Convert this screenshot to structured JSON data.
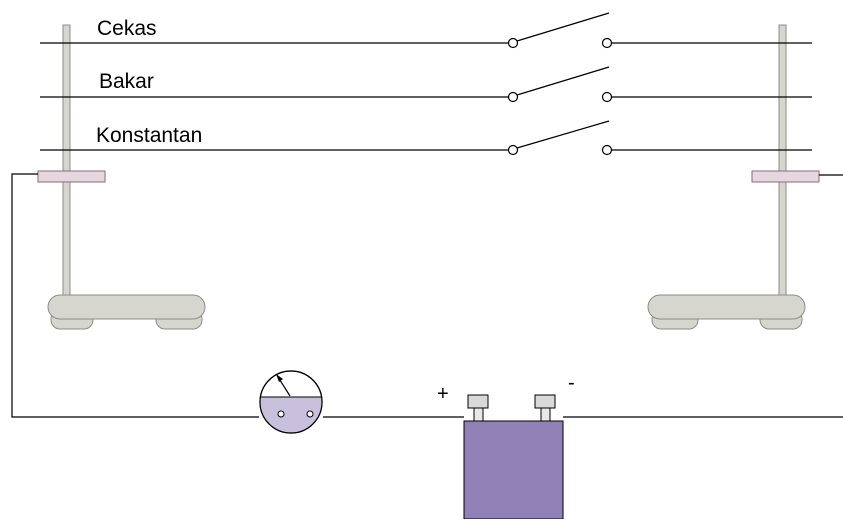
{
  "wires": [
    {
      "label": "Cekas"
    },
    {
      "label": "Bakar"
    },
    {
      "label": "Konstantan"
    }
  ],
  "battery": {
    "plus_label": "+",
    "minus_label": "-"
  },
  "colors": {
    "wire": "#000000",
    "stand": "#d6d6cf",
    "stand_stroke": "#8c8c84",
    "clamp": "#e6d6de",
    "clamp_stroke": "#8a6a80",
    "battery": "#9181b6",
    "meter_fill": "#c9c0dd"
  },
  "icons": [
    "retort-stand-left",
    "retort-stand-right",
    "switch",
    "ammeter",
    "battery"
  ]
}
